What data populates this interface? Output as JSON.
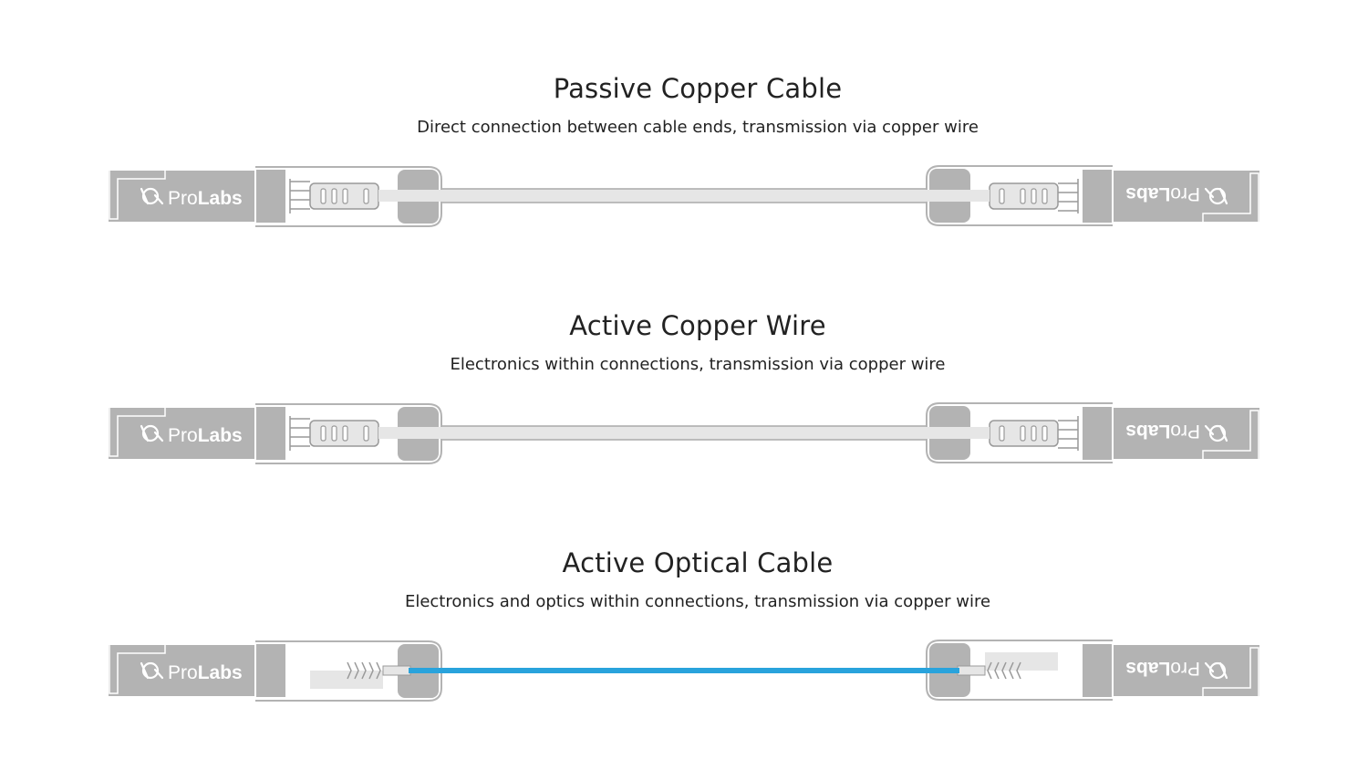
{
  "brand": {
    "logo_light": "Pro",
    "logo_bold": "Labs"
  },
  "colors": {
    "module_gray": "#b3b3b3",
    "module_light": "#e6e6e6",
    "outline_gray": "#b3b3b3",
    "cable_copper": "#e6e6e6",
    "cable_optical": "#29a3dc"
  },
  "panels": [
    {
      "title": "Passive Copper Cable",
      "subtitle": "Direct connection between cable ends, transmission via copper wire",
      "kind": "passive"
    },
    {
      "title": "Active Copper Wire",
      "subtitle": "Electronics within connections, transmission via copper wire",
      "kind": "active-copper"
    },
    {
      "title": "Active Optical Cable",
      "subtitle": "Electronics and optics within connections, transmission via copper wire",
      "kind": "optical"
    }
  ]
}
